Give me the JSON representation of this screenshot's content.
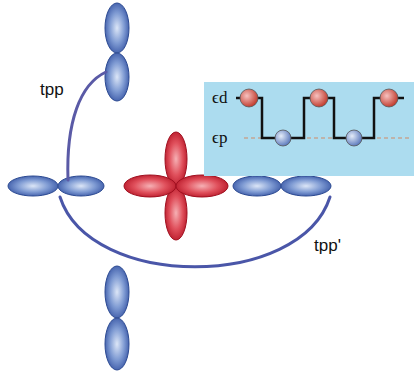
{
  "diagram": {
    "nodes": [
      {
        "text": [
          "ϵd",
          "ϵp"
        ]
      }
    ],
    "labels": [
      "tpp",
      "tpp'"
    ]
  }
}
